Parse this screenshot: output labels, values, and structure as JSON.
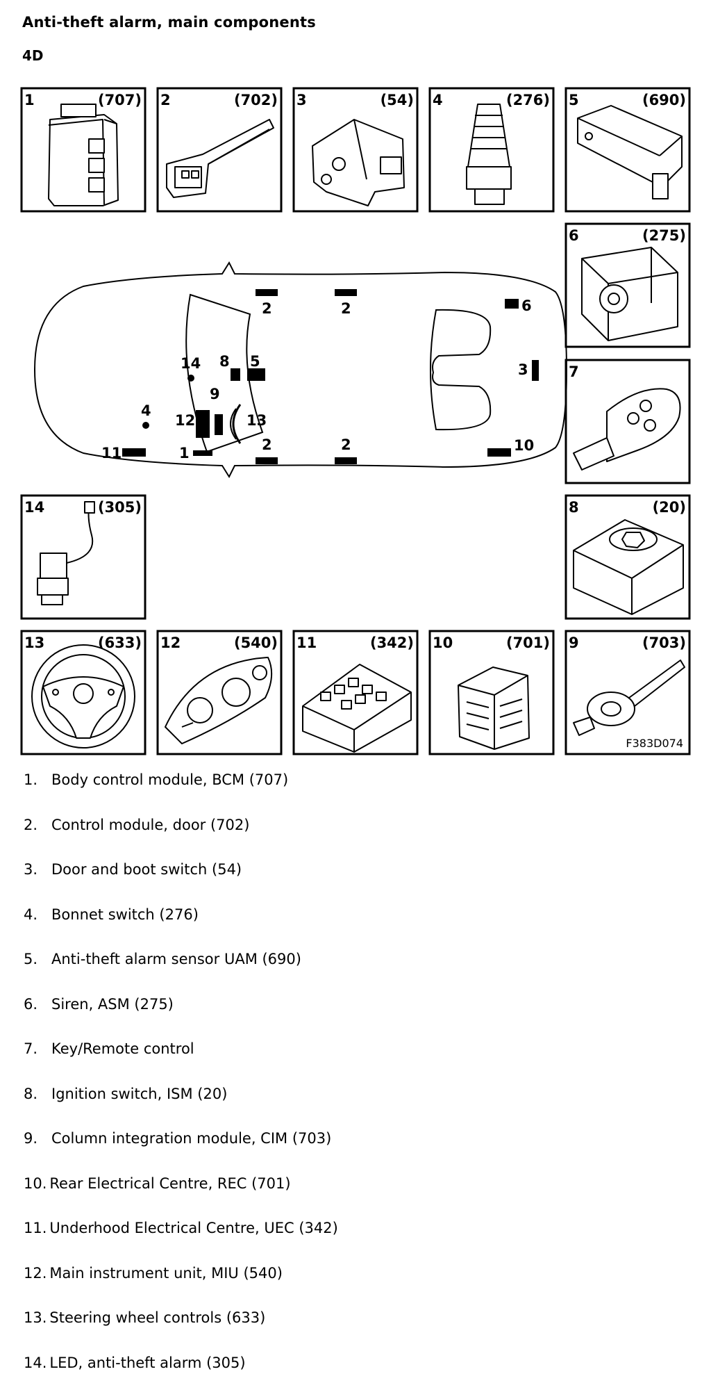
{
  "title": "Anti-theft alarm, main components",
  "subtitle": "4D",
  "figure_code": "F383D074",
  "panels": [
    {
      "num": "1",
      "code": "(707)",
      "icon": "bcm-module-icon"
    },
    {
      "num": "2",
      "code": "(702)",
      "icon": "door-control-module-icon"
    },
    {
      "num": "3",
      "code": "(54)",
      "icon": "boot-latch-switch-icon"
    },
    {
      "num": "4",
      "code": "(276)",
      "icon": "bonnet-switch-icon"
    },
    {
      "num": "5",
      "code": "(690)",
      "icon": "uam-sensor-icon"
    },
    {
      "num": "6",
      "code": "(275)",
      "icon": "siren-icon"
    },
    {
      "num": "7",
      "code": "",
      "icon": "key-remote-icon"
    },
    {
      "num": "8",
      "code": "(20)",
      "icon": "ignition-switch-icon"
    },
    {
      "num": "9",
      "code": "(703)",
      "icon": "cim-module-icon"
    },
    {
      "num": "10",
      "code": "(701)",
      "icon": "rear-electrical-centre-icon"
    },
    {
      "num": "11",
      "code": "(342)",
      "icon": "underhood-electrical-centre-icon"
    },
    {
      "num": "12",
      "code": "(540)",
      "icon": "instrument-unit-icon"
    },
    {
      "num": "13",
      "code": "(633)",
      "icon": "steering-wheel-icon"
    },
    {
      "num": "14",
      "code": "(305)",
      "icon": "led-icon"
    }
  ],
  "car_labels": [
    "2",
    "2",
    "6",
    "14",
    "8",
    "5",
    "3",
    "9",
    "4",
    "12",
    "13",
    "11",
    "1",
    "2",
    "2",
    "10"
  ],
  "items": [
    {
      "num": "1.",
      "text": "Body control module, BCM (707)"
    },
    {
      "num": "2.",
      "text": "Control module, door (702)"
    },
    {
      "num": "3.",
      "text": "Door and boot switch (54)"
    },
    {
      "num": "4.",
      "text": "Bonnet switch (276)"
    },
    {
      "num": "5.",
      "text": "Anti-theft alarm sensor UAM (690)"
    },
    {
      "num": "6.",
      "text": "Siren, ASM (275)"
    },
    {
      "num": "7.",
      "text": "Key/Remote control"
    },
    {
      "num": "8.",
      "text": "Ignition switch, ISM (20)"
    },
    {
      "num": "9.",
      "text": "Column integration module, CIM (703)"
    },
    {
      "num": "10.",
      "text": "Rear Electrical Centre, REC (701)"
    },
    {
      "num": "11.",
      "text": "Underhood Electrical Centre, UEC (342)"
    },
    {
      "num": "12.",
      "text": "Main instrument unit, MIU (540)"
    },
    {
      "num": "13.",
      "text": "Steering wheel controls (633)"
    },
    {
      "num": "14.",
      "text": "LED, anti-theft alarm (305)"
    }
  ]
}
